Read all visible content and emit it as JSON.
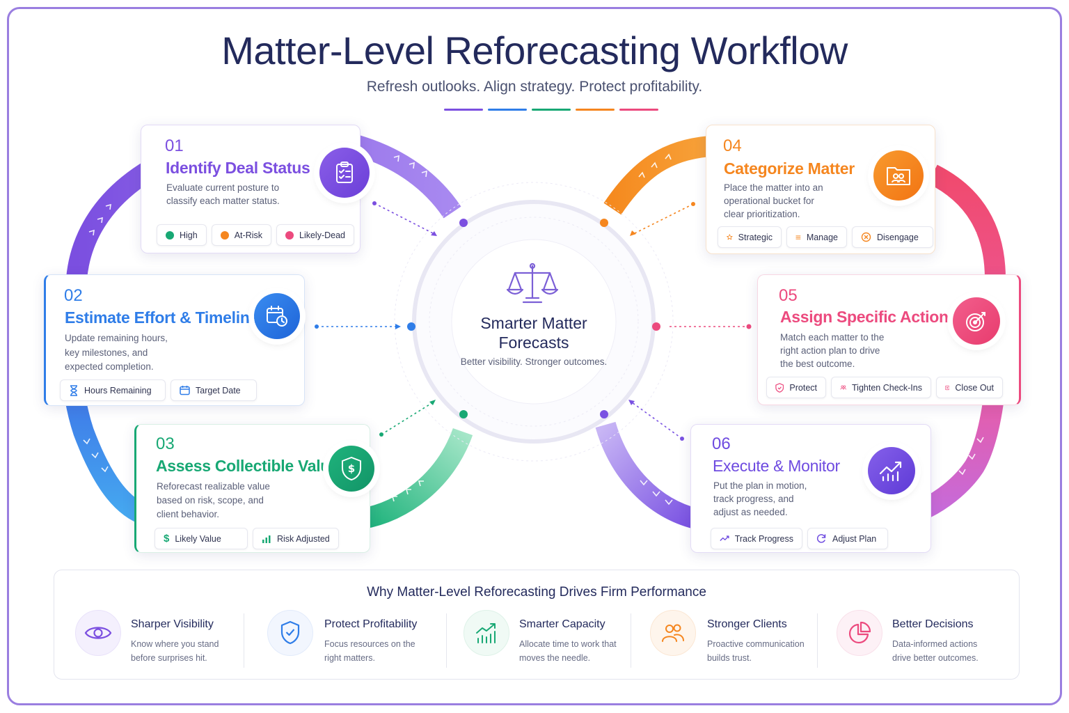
{
  "header": {
    "title": "Matter-Level Reforecasting Workflow",
    "subtitle": "Refresh outlooks. Align strategy. Protect profitability."
  },
  "colors": {
    "purple": "#7b4fe0",
    "blue": "#2f7de8",
    "green": "#18a874",
    "orange": "#f5861f",
    "pink": "#ec4a7e",
    "violet": "#6e4be0"
  },
  "center": {
    "icon": "scales-icon",
    "title": "Smarter Matter Forecasts",
    "subtitle": "Better visibility. Stronger outcomes."
  },
  "steps": [
    {
      "number": "01",
      "title": "Identify Deal Status",
      "description": "Evaluate current posture to classify each matter status.",
      "icon": "clipboard-check-icon",
      "chips": [
        {
          "label": "High",
          "icon": "green-dot"
        },
        {
          "label": "At-Risk",
          "icon": "orange-dot"
        },
        {
          "label": "Likely-Dead",
          "icon": "pink-dot"
        }
      ]
    },
    {
      "number": "02",
      "title": "Estimate Effort & Timeline",
      "description": "Update remaining hours, key milestones, and expected completion.",
      "icon": "calendar-clock-icon",
      "chips": [
        {
          "label": "Hours Remaining",
          "icon": "hourglass-icon"
        },
        {
          "label": "Target Date",
          "icon": "calendar-icon"
        }
      ]
    },
    {
      "number": "03",
      "title": "Assess Collectible Value",
      "description": "Reforecast realizable value based on risk, scope, and client behavior.",
      "icon": "shield-dollar-icon",
      "chips": [
        {
          "label": "Likely Value",
          "icon": "dollar-icon"
        },
        {
          "label": "Risk Adjusted",
          "icon": "bar-chart-icon"
        }
      ]
    },
    {
      "number": "04",
      "title": "Categorize Matter",
      "description": "Place the matter into an operational bucket for clear prioritization.",
      "icon": "folder-people-icon",
      "chips": [
        {
          "label": "Strategic",
          "icon": "star-icon"
        },
        {
          "label": "Manage",
          "icon": "list-icon"
        },
        {
          "label": "Disengage",
          "icon": "x-circle-icon"
        }
      ]
    },
    {
      "number": "05",
      "title": "Assign Specific Action",
      "description": "Match each matter to the right action plan to drive the best outcome.",
      "icon": "target-arrow-icon",
      "chips": [
        {
          "label": "Protect",
          "icon": "shield-icon"
        },
        {
          "label": "Tighten Check-Ins",
          "icon": "people-icon"
        },
        {
          "label": "Close Out",
          "icon": "close-box-icon"
        }
      ]
    },
    {
      "number": "06",
      "title": "Execute & Monitor",
      "description": "Put the plan in motion, track progress, and adjust as needed.",
      "icon": "trend-chart-icon",
      "chips": [
        {
          "label": "Track Progress",
          "icon": "trend-icon"
        },
        {
          "label": "Adjust Plan",
          "icon": "refresh-icon"
        }
      ]
    }
  ],
  "benefits": {
    "title": "Why Matter-Level Reforecasting Drives Firm Performance",
    "items": [
      {
        "title": "Sharper Visibility",
        "description": "Know where you stand before surprises hit.",
        "icon": "eye-icon"
      },
      {
        "title": "Protect Profitability",
        "description": "Focus resources on the right matters.",
        "icon": "shield-check-icon"
      },
      {
        "title": "Smarter Capacity",
        "description": "Allocate time to work that moves the needle.",
        "icon": "growth-chart-icon"
      },
      {
        "title": "Stronger Clients",
        "description": "Proactive communication builds trust.",
        "icon": "people-icon"
      },
      {
        "title": "Better Decisions",
        "description": "Data-informed actions drive better outcomes.",
        "icon": "pie-chart-icon"
      }
    ]
  }
}
